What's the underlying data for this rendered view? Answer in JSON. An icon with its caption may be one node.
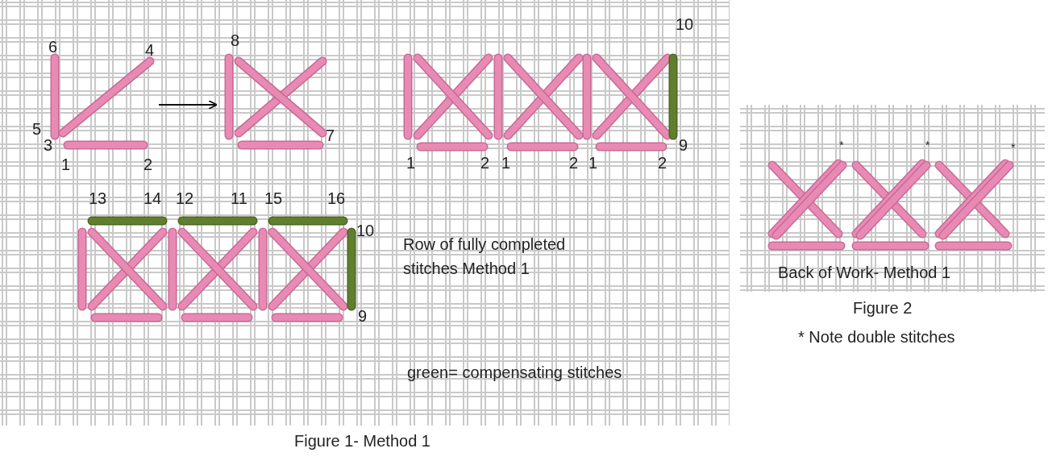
{
  "diagram": {
    "nodes": [
      {
        "text": [],
        "shape": "picture"
      },
      {
        "text": [],
        "shape": "picture"
      }
    ],
    "edges": [
      {
        "from": 0,
        "to": 1,
        "arrow": "to"
      }
    ],
    "labels": [
      "6",
      "4",
      "5",
      "3",
      "1",
      "2",
      "8",
      "7",
      "10",
      "9",
      "1",
      "2",
      "1",
      "2",
      "1",
      "2",
      "13",
      "14",
      "12",
      "11",
      "15",
      "16",
      "10",
      "9",
      "Row of fully completed stitches Method 1",
      "green= compensating stitches",
      "Figure 1- Method 1",
      "*",
      "*",
      "*",
      "Back of Work- Method 1",
      "Figure 2",
      "* Note double stitches"
    ]
  }
}
